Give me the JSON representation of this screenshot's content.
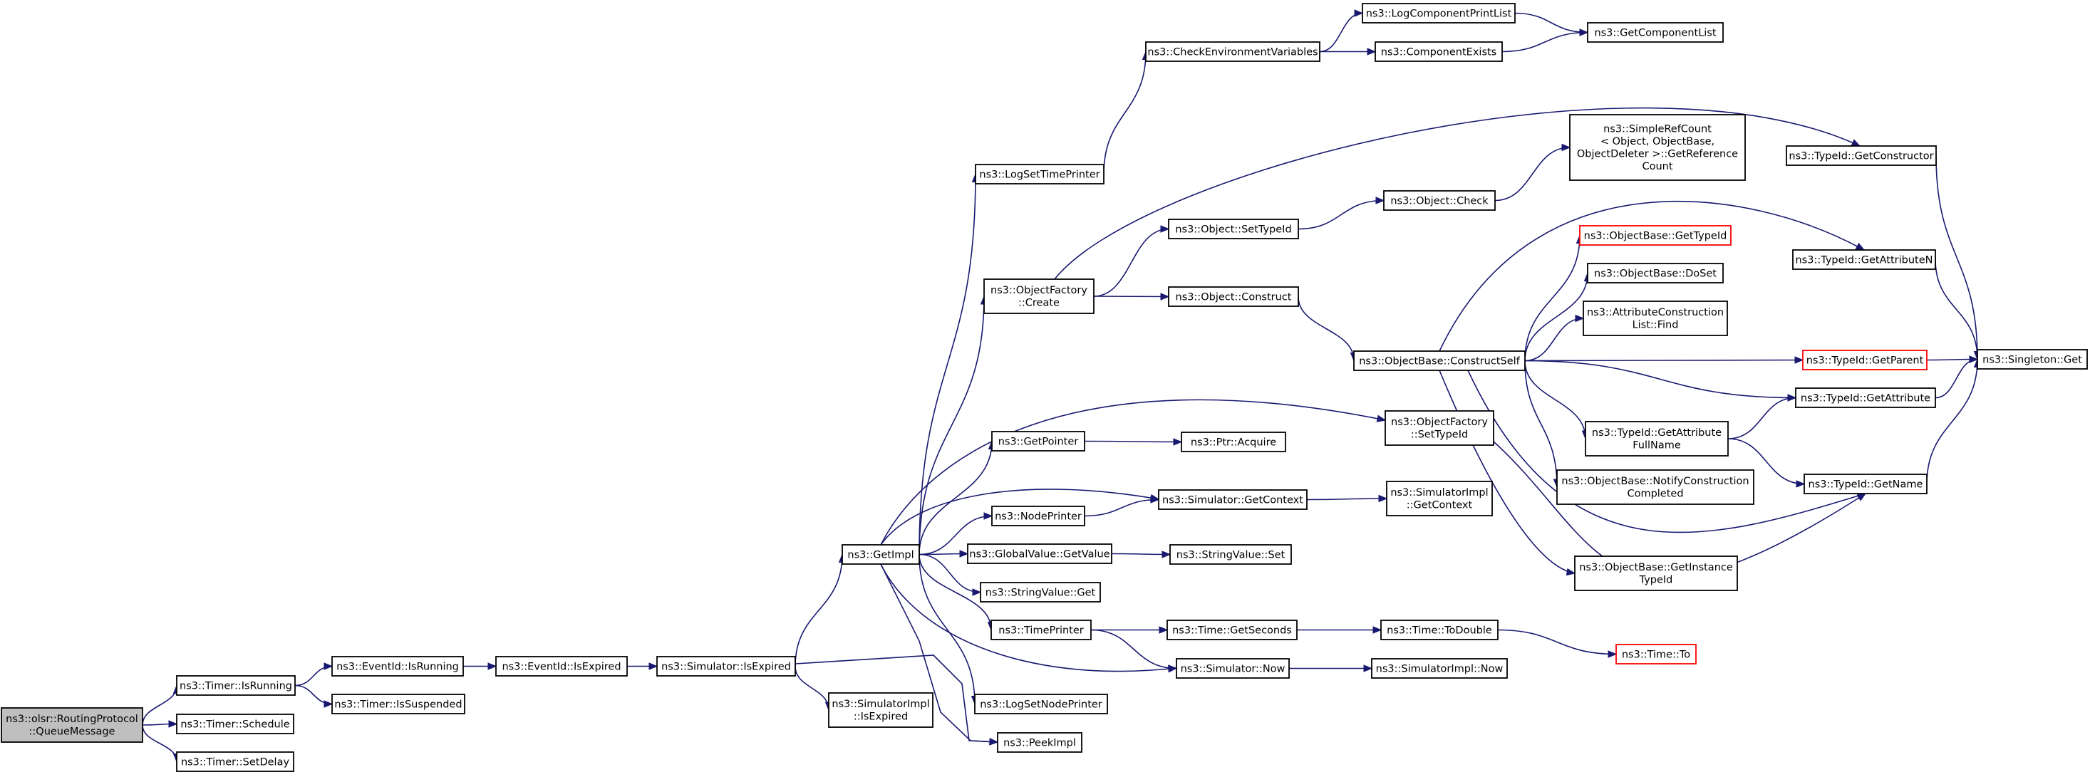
{
  "colors": {
    "edge": "#191970",
    "node_border": "#000000",
    "truncated_border": "#ff0000",
    "current_fill": "#bfbfbf"
  },
  "nodes": [
    {
      "id": "queue_message",
      "lines": [
        "ns3::olsr::RoutingProtocol",
        "::QueueMessage"
      ],
      "style": "current"
    },
    {
      "id": "timer_isrunning",
      "lines": [
        "ns3::Timer::IsRunning"
      ]
    },
    {
      "id": "timer_schedule",
      "lines": [
        "ns3::Timer::Schedule"
      ]
    },
    {
      "id": "timer_setdelay",
      "lines": [
        "ns3::Timer::SetDelay"
      ]
    },
    {
      "id": "eventid_isrunning",
      "lines": [
        "ns3::EventId::IsRunning"
      ]
    },
    {
      "id": "timer_issuspended",
      "lines": [
        "ns3::Timer::IsSuspended"
      ]
    },
    {
      "id": "eventid_isexpired",
      "lines": [
        "ns3::EventId::IsExpired"
      ]
    },
    {
      "id": "simulator_isexpired",
      "lines": [
        "ns3::Simulator::IsExpired"
      ]
    },
    {
      "id": "simimpl_isexpired",
      "lines": [
        "ns3::SimulatorImpl",
        "::IsExpired"
      ]
    },
    {
      "id": "getimpl",
      "lines": [
        "ns3::GetImpl"
      ]
    },
    {
      "id": "logsettimeprinter",
      "lines": [
        "ns3::LogSetTimePrinter"
      ]
    },
    {
      "id": "objectfactory_create",
      "lines": [
        "ns3::ObjectFactory",
        "::Create"
      ]
    },
    {
      "id": "getpointer",
      "lines": [
        "ns3::GetPointer"
      ]
    },
    {
      "id": "nodeprinter",
      "lines": [
        "ns3::NodePrinter"
      ]
    },
    {
      "id": "globalvalue_getvalue",
      "lines": [
        "ns3::GlobalValue::GetValue"
      ]
    },
    {
      "id": "stringvalue_get",
      "lines": [
        "ns3::StringValue::Get"
      ]
    },
    {
      "id": "timeprinter",
      "lines": [
        "ns3::TimePrinter"
      ]
    },
    {
      "id": "logsetnodeprinter",
      "lines": [
        "ns3::LogSetNodePrinter"
      ]
    },
    {
      "id": "peekimpl",
      "lines": [
        "ns3::PeekImpl"
      ]
    },
    {
      "id": "checkenv",
      "lines": [
        "ns3::CheckEnvironmentVariables"
      ]
    },
    {
      "id": "object_settypeid",
      "lines": [
        "ns3::Object::SetTypeId"
      ]
    },
    {
      "id": "object_construct",
      "lines": [
        "ns3::Object::Construct"
      ]
    },
    {
      "id": "ptr_acquire",
      "lines": [
        "ns3::Ptr::Acquire"
      ]
    },
    {
      "id": "simulator_getcontext",
      "lines": [
        "ns3::Simulator::GetContext"
      ]
    },
    {
      "id": "stringvalue_set",
      "lines": [
        "ns3::StringValue::Set"
      ]
    },
    {
      "id": "time_getseconds",
      "lines": [
        "ns3::Time::GetSeconds"
      ]
    },
    {
      "id": "simulator_now",
      "lines": [
        "ns3::Simulator::Now"
      ]
    },
    {
      "id": "logcomponentprintlist",
      "lines": [
        "ns3::LogComponentPrintList"
      ]
    },
    {
      "id": "componentexists",
      "lines": [
        "ns3::ComponentExists"
      ]
    },
    {
      "id": "object_check",
      "lines": [
        "ns3::Object::Check"
      ]
    },
    {
      "id": "objectbase_constructself",
      "lines": [
        "ns3::ObjectBase::ConstructSelf"
      ]
    },
    {
      "id": "objectfactory_settypeid",
      "lines": [
        "ns3::ObjectFactory",
        "::SetTypeId"
      ]
    },
    {
      "id": "simimpl_getcontext",
      "lines": [
        "ns3::SimulatorImpl",
        "::GetContext"
      ]
    },
    {
      "id": "time_todouble",
      "lines": [
        "ns3::Time::ToDouble"
      ]
    },
    {
      "id": "simimpl_now",
      "lines": [
        "ns3::SimulatorImpl::Now"
      ]
    },
    {
      "id": "getcomponentlist",
      "lines": [
        "ns3::GetComponentList"
      ]
    },
    {
      "id": "simplerefcount",
      "lines": [
        "ns3::SimpleRefCount",
        "< Object, ObjectBase,",
        " ObjectDeleter >::GetReference",
        "Count"
      ]
    },
    {
      "id": "objectbase_gettypeid",
      "lines": [
        "ns3::ObjectBase::GetTypeId"
      ],
      "style": "truncated"
    },
    {
      "id": "objectbase_doset",
      "lines": [
        "ns3::ObjectBase::DoSet"
      ]
    },
    {
      "id": "attrconstruction_find",
      "lines": [
        "ns3::AttributeConstruction",
        "List::Find"
      ]
    },
    {
      "id": "typeid_getattributefullname",
      "lines": [
        "ns3::TypeId::GetAttribute",
        "FullName"
      ]
    },
    {
      "id": "objectbase_notify",
      "lines": [
        "ns3::ObjectBase::NotifyConstruction",
        "Completed"
      ]
    },
    {
      "id": "objectbase_getinstancetypeid",
      "lines": [
        "ns3::ObjectBase::GetInstance",
        "TypeId"
      ]
    },
    {
      "id": "time_to",
      "lines": [
        "ns3::Time::To"
      ],
      "style": "truncated"
    },
    {
      "id": "typeid_getconstructor",
      "lines": [
        "ns3::TypeId::GetConstructor"
      ]
    },
    {
      "id": "typeid_getattributen",
      "lines": [
        "ns3::TypeId::GetAttributeN"
      ]
    },
    {
      "id": "typeid_getparent",
      "lines": [
        "ns3::TypeId::GetParent"
      ],
      "style": "truncated"
    },
    {
      "id": "typeid_getattribute",
      "lines": [
        "ns3::TypeId::GetAttribute"
      ]
    },
    {
      "id": "typeid_getname",
      "lines": [
        "ns3::TypeId::GetName"
      ]
    },
    {
      "id": "singleton_get",
      "lines": [
        "ns3::Singleton::Get"
      ]
    }
  ],
  "edges": [
    [
      "queue_message",
      "timer_isrunning"
    ],
    [
      "queue_message",
      "timer_schedule"
    ],
    [
      "queue_message",
      "timer_setdelay"
    ],
    [
      "timer_isrunning",
      "eventid_isrunning"
    ],
    [
      "timer_isrunning",
      "timer_issuspended"
    ],
    [
      "eventid_isrunning",
      "eventid_isexpired"
    ],
    [
      "eventid_isexpired",
      "simulator_isexpired"
    ],
    [
      "simulator_isexpired",
      "getimpl"
    ],
    [
      "simulator_isexpired",
      "simimpl_isexpired"
    ],
    [
      "simulator_isexpired",
      "peekimpl"
    ],
    [
      "getimpl",
      "logsettimeprinter"
    ],
    [
      "getimpl",
      "objectfactory_create"
    ],
    [
      "getimpl",
      "getpointer"
    ],
    [
      "getimpl",
      "simulator_getcontext"
    ],
    [
      "getimpl",
      "nodeprinter"
    ],
    [
      "getimpl",
      "globalvalue_getvalue"
    ],
    [
      "getimpl",
      "stringvalue_get"
    ],
    [
      "getimpl",
      "timeprinter"
    ],
    [
      "getimpl",
      "logsetnodeprinter"
    ],
    [
      "getimpl",
      "peekimpl"
    ],
    [
      "getimpl",
      "objectfactory_settypeid"
    ],
    [
      "getimpl",
      "simulator_now"
    ],
    [
      "logsettimeprinter",
      "checkenv"
    ],
    [
      "checkenv",
      "logcomponentprintlist"
    ],
    [
      "checkenv",
      "componentexists"
    ],
    [
      "logcomponentprintlist",
      "getcomponentlist"
    ],
    [
      "componentexists",
      "getcomponentlist"
    ],
    [
      "objectfactory_create",
      "typeid_getconstructor"
    ],
    [
      "objectfactory_create",
      "object_settypeid"
    ],
    [
      "objectfactory_create",
      "object_construct"
    ],
    [
      "object_settypeid",
      "object_check"
    ],
    [
      "object_check",
      "simplerefcount"
    ],
    [
      "object_construct",
      "objectbase_constructself"
    ],
    [
      "objectbase_constructself",
      "typeid_getattributen"
    ],
    [
      "objectbase_constructself",
      "objectbase_gettypeid"
    ],
    [
      "objectbase_constructself",
      "objectbase_doset"
    ],
    [
      "objectbase_constructself",
      "attrconstruction_find"
    ],
    [
      "objectbase_constructself",
      "typeid_getparent"
    ],
    [
      "objectbase_constructself",
      "typeid_getattribute"
    ],
    [
      "objectbase_constructself",
      "typeid_getattributefullname"
    ],
    [
      "objectbase_constructself",
      "objectbase_notify"
    ],
    [
      "objectbase_constructself",
      "typeid_getname"
    ],
    [
      "objectbase_constructself",
      "objectbase_getinstancetypeid"
    ],
    [
      "typeid_getattributefullname",
      "typeid_getattribute"
    ],
    [
      "typeid_getattributefullname",
      "typeid_getname"
    ],
    [
      "typeid_getconstructor",
      "singleton_get"
    ],
    [
      "typeid_getattributen",
      "singleton_get"
    ],
    [
      "typeid_getparent",
      "singleton_get"
    ],
    [
      "typeid_getattribute",
      "singleton_get"
    ],
    [
      "typeid_getname",
      "singleton_get"
    ],
    [
      "objectfactory_settypeid",
      "typeid_getname"
    ],
    [
      "getpointer",
      "ptr_acquire"
    ],
    [
      "nodeprinter",
      "simulator_getcontext"
    ],
    [
      "simulator_getcontext",
      "simimpl_getcontext"
    ],
    [
      "globalvalue_getvalue",
      "stringvalue_set"
    ],
    [
      "timeprinter",
      "time_getseconds"
    ],
    [
      "timeprinter",
      "simulator_now"
    ],
    [
      "time_getseconds",
      "time_todouble"
    ],
    [
      "time_todouble",
      "time_to"
    ],
    [
      "simulator_now",
      "simimpl_now"
    ]
  ]
}
